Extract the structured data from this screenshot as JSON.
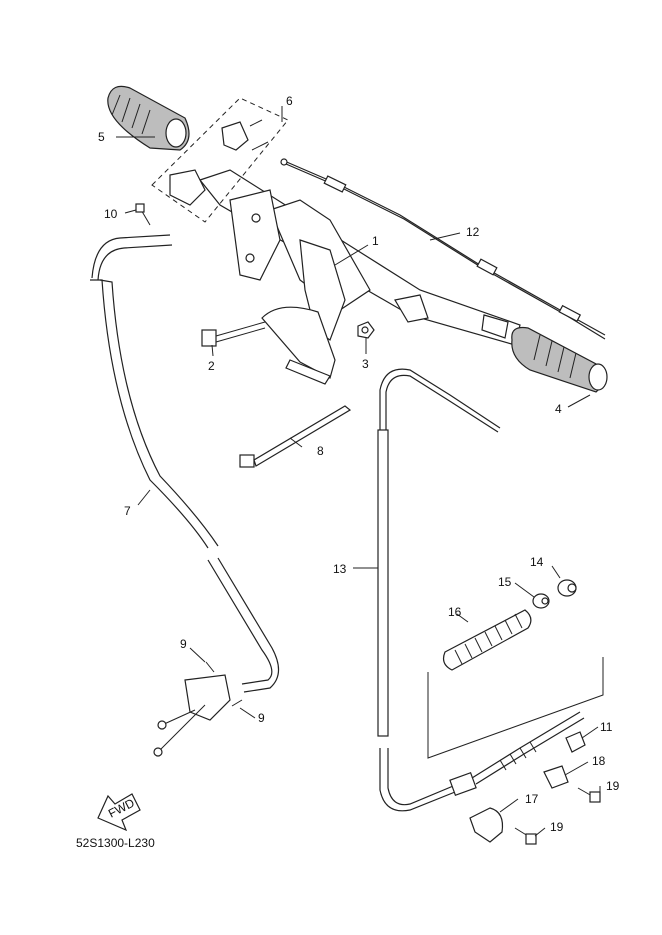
{
  "callouts": [
    "1",
    "2",
    "3",
    "4",
    "5",
    "6",
    "7",
    "8",
    "9",
    "9",
    "10",
    "11",
    "12",
    "13",
    "14",
    "15",
    "16",
    "17",
    "18",
    "19",
    "19"
  ],
  "fwd_label": "FWD",
  "diagram_code": "52S1300-L230"
}
